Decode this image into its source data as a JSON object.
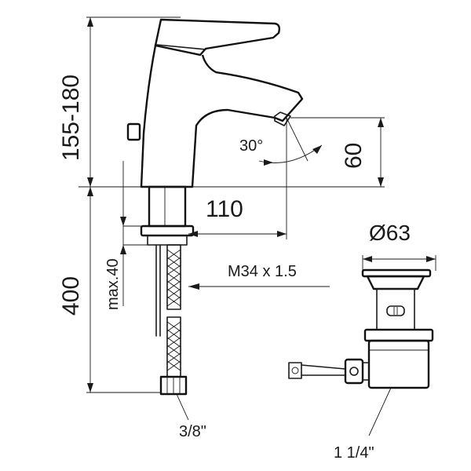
{
  "drawing": {
    "height_range": "155-180",
    "total_length": "400",
    "max_depth": "max.40",
    "spout_reach": "110",
    "angle": "30°",
    "spout_height": "60",
    "thread": "M34 x 1.5",
    "waste_diameter": "Ø63",
    "hose_connection": "3/8\"",
    "waste_connection": "1 1/4\""
  },
  "colors": {
    "line": "#1a1a1a",
    "background": "#ffffff"
  }
}
